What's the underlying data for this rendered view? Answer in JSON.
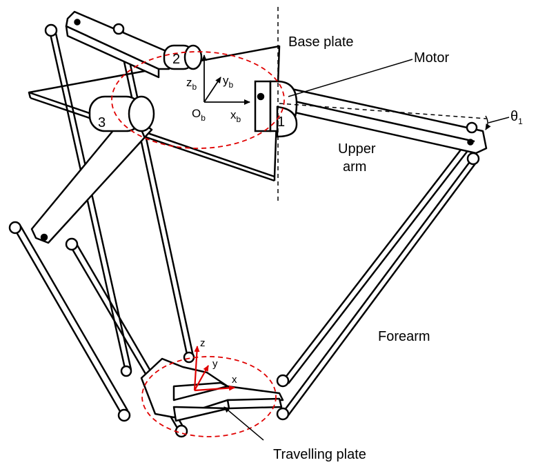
{
  "labels": {
    "base_plate": "Base plate",
    "motor": "Motor",
    "theta": "θ",
    "theta_sub": "1",
    "upper_arm_line1": "Upper",
    "upper_arm_line2": "arm",
    "forearm": "Forearm",
    "travelling_plate": "Travelling plate"
  },
  "motor_numbers": {
    "m1": "1",
    "m2": "2",
    "m3": "3"
  },
  "base_frame": {
    "z": "z",
    "z_sub": "b",
    "y": "y",
    "y_sub": "b",
    "o": "O",
    "o_sub": "b",
    "x": "x",
    "x_sub": "b"
  },
  "tool_frame": {
    "z": "z",
    "y": "y",
    "x": "x"
  },
  "colors": {
    "frame_red": "#e00000",
    "ellipse_red": "#e00000",
    "line": "#000000"
  }
}
